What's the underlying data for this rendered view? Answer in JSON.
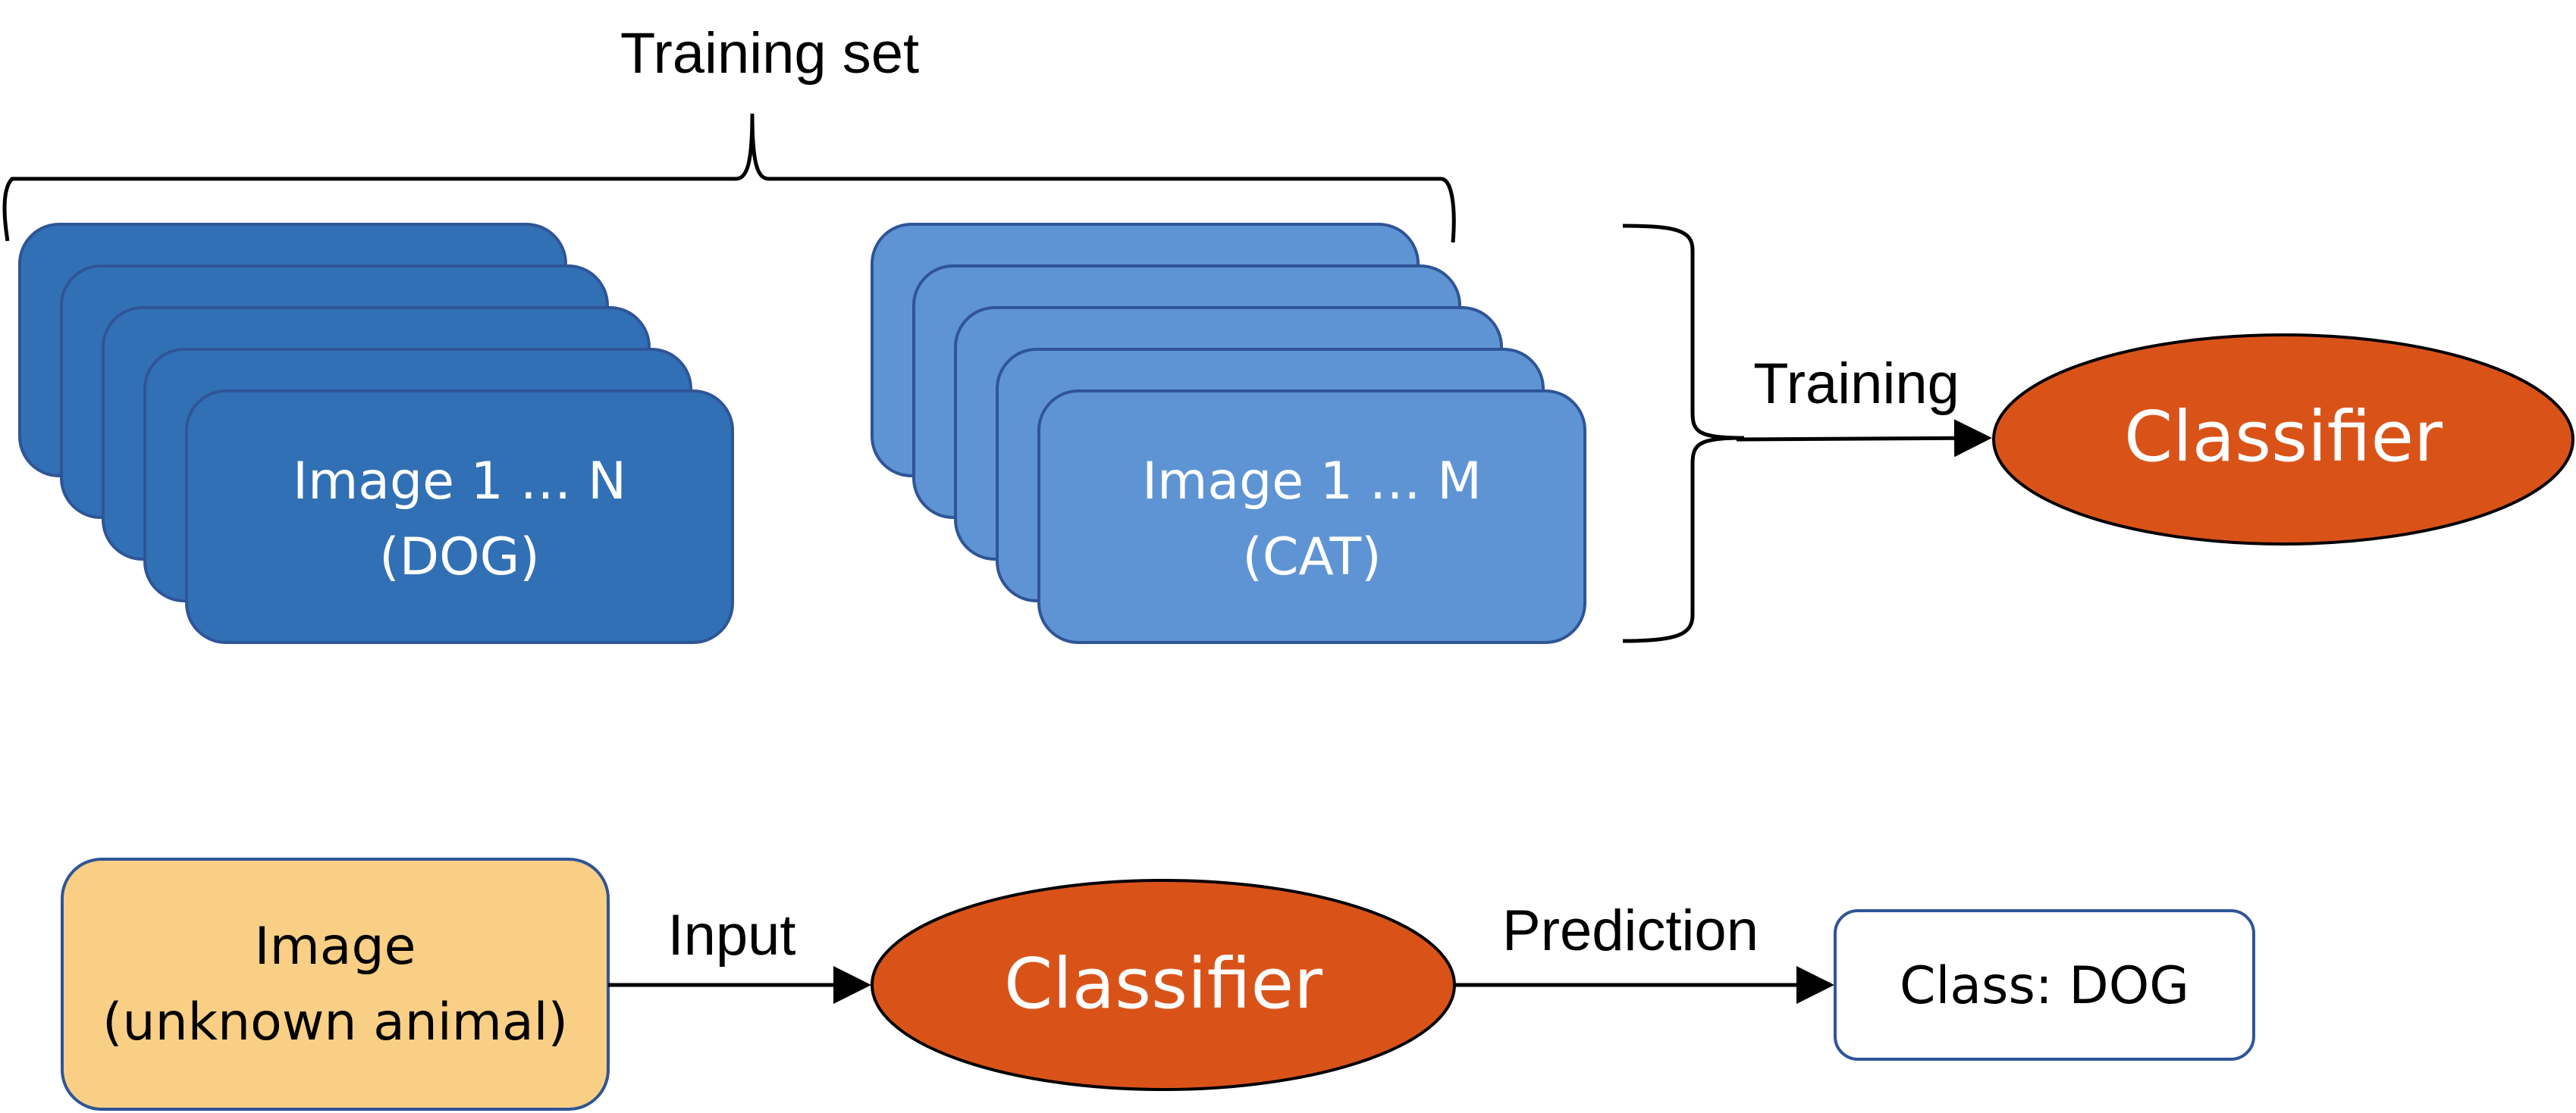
{
  "training_set_label": "Training set",
  "dog_group": {
    "line1": "Image 1 … N",
    "line2": "(DOG)"
  },
  "cat_group": {
    "line1": "Image 1 … M",
    "line2": "(CAT)"
  },
  "training_arrow_label": "Training",
  "classifier_top": "Classifier",
  "input_image": {
    "line1": "Image",
    "line2": "(unknown animal)"
  },
  "input_arrow_label": "Input",
  "classifier_bottom": "Classifier",
  "prediction_arrow_label": "Prediction",
  "result_box": "Class: DOG",
  "colors": {
    "dog_fill": "#3170B4",
    "dog_stroke": "#2F5597",
    "cat_fill": "#5E94D4",
    "cat_stroke": "#2F5597",
    "classifier_fill": "#D95319",
    "image_fill": "#F9CF85",
    "box_stroke": "#2F5597"
  }
}
